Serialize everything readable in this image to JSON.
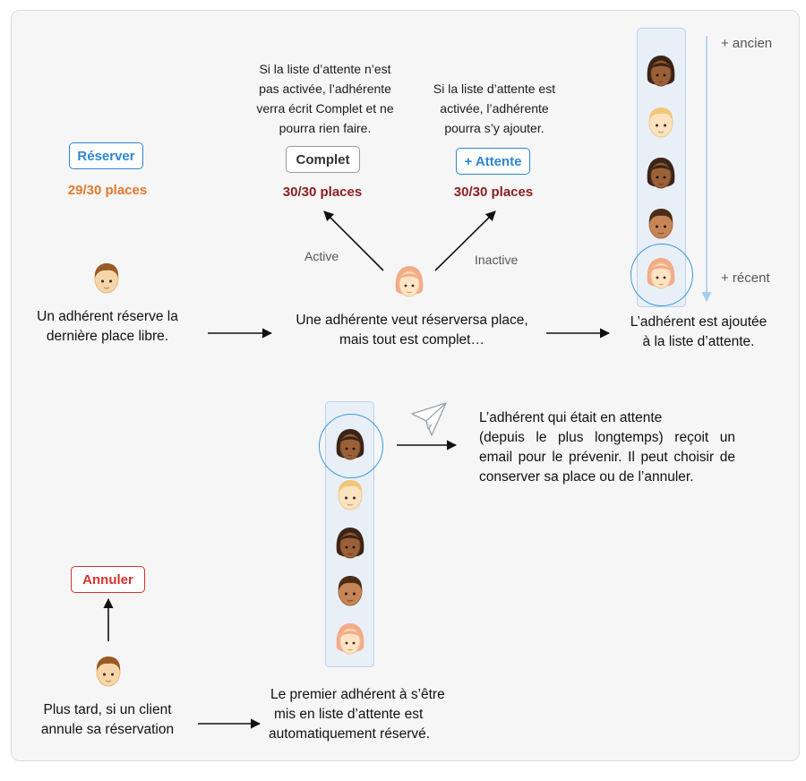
{
  "colors": {
    "accent_blue": "#2e86d4",
    "places_orange": "#e07a2a",
    "places_dark_red": "#8b1f1f",
    "cancel_red": "#d4322f",
    "queue_bg": "#e9eff7",
    "ring_blue": "#3a9bd9"
  },
  "icons": {
    "avatar_male_light": "man-avatar-icon",
    "avatar_female_dark": "woman-avatar-icon",
    "avatar_male_blond": "man-avatar-icon",
    "avatar_female_red": "woman-avatar-icon",
    "send": "paper-plane-icon"
  },
  "top": {
    "reserve_button": "Réserver",
    "reserve_places": "29/30 places",
    "step1_text_line1": "Un adhérent réserve la",
    "step1_text_line2": "dernière place libre.",
    "complet_desc_line1": "Si la liste d’attente n’est",
    "complet_desc_line2": "pas activée, l’adhérente",
    "complet_desc_line3": "verra écrit  Complet et ne",
    "complet_desc_line4": "pourra rien faire.",
    "complet_button": "Complet",
    "complet_places": "30/30 places",
    "attente_desc_line1": "Si la liste d’attente est",
    "attente_desc_line2": "activée, l’adhérente",
    "attente_desc_line3": "pourra s’y ajouter.",
    "attente_button": "+ Attente",
    "attente_places": "30/30 places",
    "label_active": "Active",
    "label_inactive": "Inactive",
    "step2_text_line1": "Une adhérente veut réserversa place,",
    "step2_text_line2": "mais tout est complet…",
    "queue_label_old": "+ ancien",
    "queue_label_recent": "+ récent",
    "step3_text_line1": "L’adhérent est ajoutée",
    "step3_text_line2": "à la liste d’attente."
  },
  "bottom": {
    "cancel_button": "Annuler",
    "step1_text_line1": "Plus tard, si un client",
    "step1_text_line2": "annule sa réservation",
    "step2_text_line1": "Le premier adhérent  à s’être",
    "step2_text_line2": "mis en liste d’attente est",
    "step2_text_line3": "automatiquement réservé.",
    "email_text_line1": "L’adhérent qui était en attente",
    "email_text_line2": "(depuis le plus longtemps) reçoit un",
    "email_text_line3": "email pour le prévenir. Il peut choisir de",
    "email_text_line4": "conserver sa place ou de l’annuler."
  }
}
